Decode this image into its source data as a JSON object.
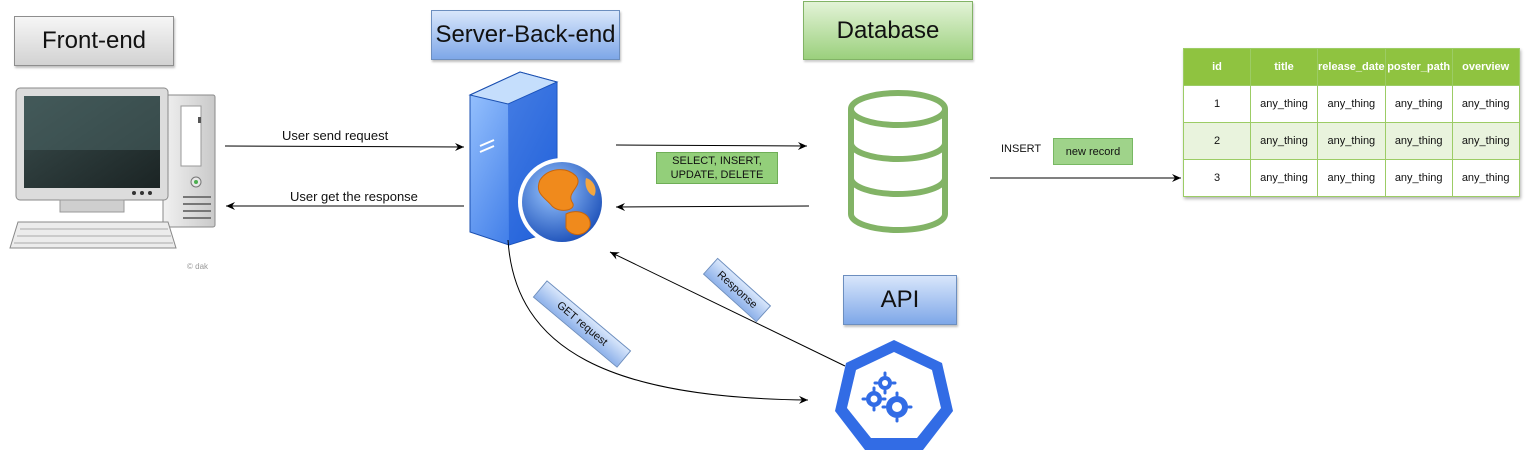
{
  "headers": {
    "frontend": "Front-end",
    "server": "Server-Back-end",
    "database": "Database",
    "api": "API"
  },
  "edges": {
    "send_request": "User send request",
    "get_response": "User get the response",
    "sql_ops_line1": "SELECT, INSERT,",
    "sql_ops_line2": "UPDATE, DELETE",
    "insert": "INSERT",
    "new_record": "new record",
    "get_request": "GET request",
    "response": "Response"
  },
  "computer_watermark": "© dak",
  "table": {
    "columns": [
      "id",
      "title",
      "release_date",
      "poster_path",
      "overview"
    ],
    "rows": [
      [
        "1",
        "any_thing",
        "any_thing",
        "any_thing",
        "any_thing"
      ],
      [
        "2",
        "any_thing",
        "any_thing",
        "any_thing",
        "any_thing"
      ],
      [
        "3",
        "any_thing",
        "any_thing",
        "any_thing",
        "any_thing"
      ]
    ]
  },
  "colors": {
    "green_accent": "#8fc340",
    "blue_accent": "#7ea7e8",
    "db_stroke": "#82b366",
    "api_blue": "#326ce5"
  }
}
